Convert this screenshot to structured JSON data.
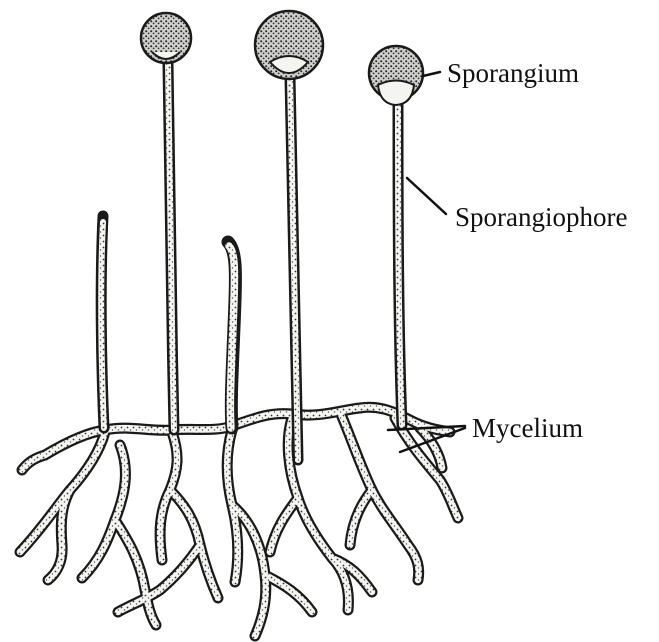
{
  "labels": {
    "sporangium": "Sporangium",
    "sporangiophore": "Sporangiophore",
    "mycelium": "Mycelium"
  },
  "colors": {
    "background": "#ffffff",
    "outline": "#1a1a1a",
    "stipple": "#2b2b2b",
    "fill": "#f7f7f4"
  }
}
